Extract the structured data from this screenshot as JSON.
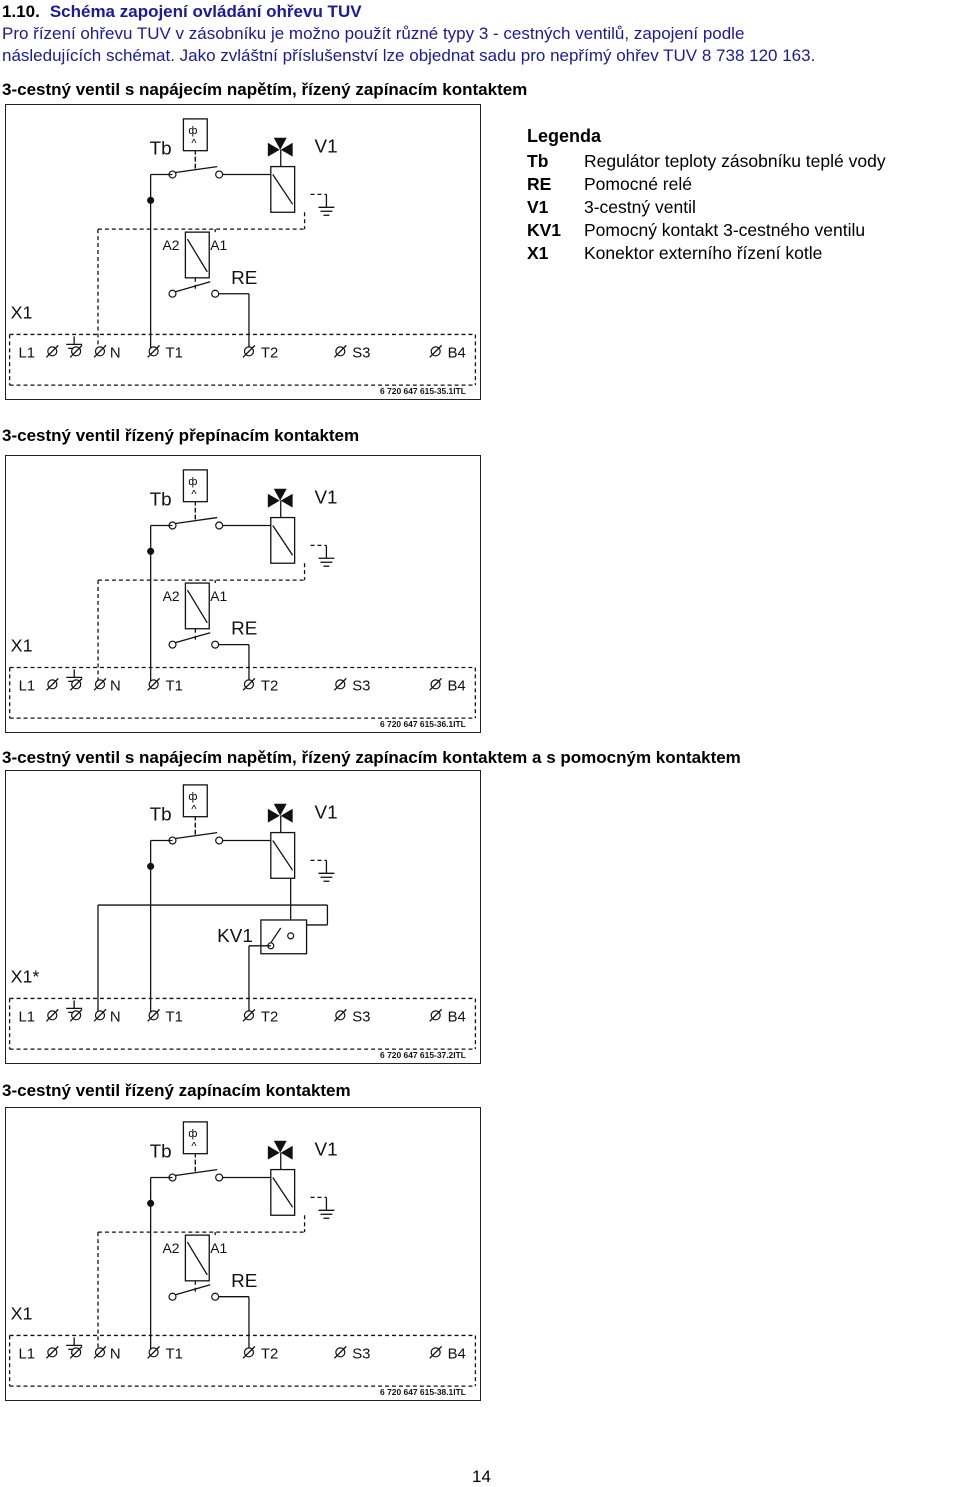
{
  "header": {
    "number": "1.10.",
    "title": "Schéma zapojení ovládání ohřevu TUV",
    "line2": "Pro řízení ohřevu TUV v zásobníku je možno použít různé typy 3 - cestných ventilů, zapojení podle",
    "line3": "následujících schémat. Jako zvláštní příslušenství lze objednat sadu pro nepřímý ohřev TUV 8 738 120 163."
  },
  "legend": {
    "title": "Legenda",
    "items": [
      {
        "key": "Tb",
        "text": "Regulátor teploty zásobníku teplé vody"
      },
      {
        "key": "RE",
        "text": "Pomocné relé"
      },
      {
        "key": "V1",
        "text": "3-cestný ventil"
      },
      {
        "key": "KV1",
        "text": "Pomocný kontakt 3-cestného ventilu"
      },
      {
        "key": "X1",
        "text": "Konektor externího řízení kotle"
      }
    ]
  },
  "labels": {
    "tb": "Tb",
    "v1": "V1",
    "a2": "A2",
    "a1": "A1",
    "re": "RE",
    "kv1": "KV1",
    "x1": "X1",
    "x1star": "X1*",
    "l1": "L1",
    "n": "N",
    "t1": "T1",
    "t2": "T2",
    "s3": "S3",
    "b4": "B4"
  },
  "sections": [
    {
      "title": "3-cestný ventil s napájecím napětím, řízený zapínacím kontaktem",
      "code": "6 720 647 615-35.1ITL"
    },
    {
      "title": "3-cestný ventil řízený přepínacím kontaktem",
      "code": "6 720 647 615-36.1ITL"
    },
    {
      "title": "3-cestný ventil s napájecím napětím, řízený zapínacím kontaktem a s pomocným kontaktem",
      "code": "6 720 647 615-37.2ITL"
    },
    {
      "title": "3-cestný ventil řízený zapínacím kontaktem",
      "code": "6 720 647 615-38.1ITL"
    }
  ],
  "page_number": "14"
}
